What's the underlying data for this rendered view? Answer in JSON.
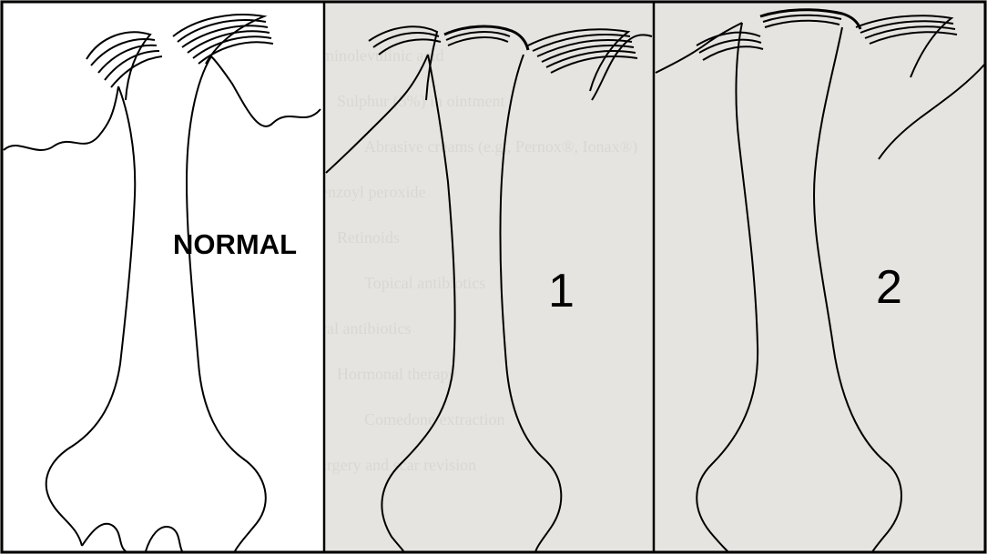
{
  "panels": {
    "normal": {
      "label": "NORMAL"
    },
    "stage_1": {
      "label": "1"
    },
    "stage_2": {
      "label": "2"
    }
  },
  "background_text": [
    "Aminolevulinic acid",
    "Sulphur (5%) in ointment",
    "Abrasive creams (e.g., Pernox®, Ionax®)",
    "Benzoyl peroxide",
    "Retinoids",
    "Topical antibiotics",
    "Oral antibiotics",
    "Hormonal therapy",
    "Comedone extraction",
    "Surgery and scar revision"
  ],
  "colors": {
    "ink": "#000000",
    "panel_fill": "#ffffff",
    "paper": "#d9d6cf"
  }
}
